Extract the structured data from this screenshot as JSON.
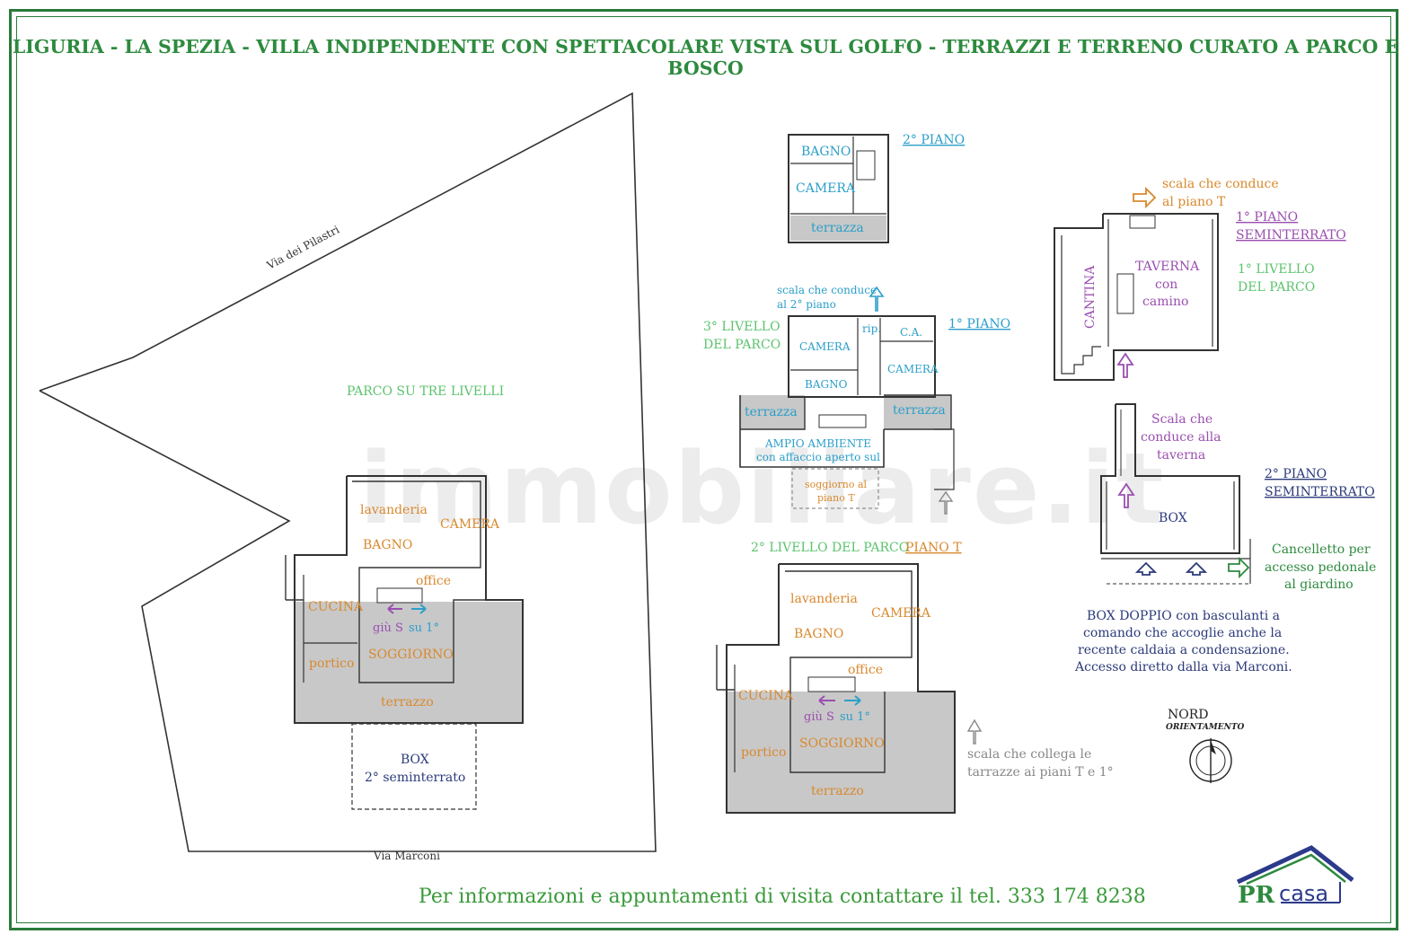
{
  "title": "LIGURIA - LA SPEZIA - VILLA INDIPENDENTE CON SPETTACOLARE VISTA SUL GOLFO - TERRAZZI E TERRENO CURATO A PARCO E BOSCO",
  "watermark": "immobiliare.it",
  "site": {
    "street_top": "Via dei Pilastri",
    "street_bottom": "Via Marconi",
    "park": "PARCO SU TRE LIVELLI",
    "box_line1": "BOX",
    "box_line2": "2° seminterrato"
  },
  "rooms": {
    "lavanderia": "lavanderia",
    "camera": "CAMERA",
    "bagno": "BAGNO",
    "office": "office",
    "cucina": "CUCINA",
    "giu": "giù S",
    "su": "su 1°",
    "soggiorno": "SOGGIORNO",
    "portico": "portico",
    "terrazzo": "terrazzo"
  },
  "secondo_piano": {
    "label": "2° PIANO",
    "bagno": "BAGNO",
    "camera": "CAMERA",
    "terrazza": "terrazza"
  },
  "primo_piano": {
    "label": "1° PIANO",
    "note_line1": "scala che conduce",
    "note_line2": "al 2° piano",
    "livello_line1": "3° LIVELLO",
    "livello_line2": "DEL PARCO",
    "camera1": "CAMERA",
    "rip": "rip.",
    "ca": "C.A.",
    "camera2": "CAMERA",
    "bagno": "BAGNO",
    "terrazza1": "terrazza",
    "terrazza2": "terrazza",
    "ampio_line1": "AMPIO AMBIENTE",
    "ampio_line2": "con affaccio aperto sul",
    "sogg_line1": "soggiorno al",
    "sogg_line2": "piano T"
  },
  "piano_t": {
    "livello": "2° LIVELLO DEL PARCO",
    "label": "PIANO T",
    "scala_line1": "scala che collega le",
    "scala_line2": "tarrazze ai piani T e 1°"
  },
  "seminterrato1": {
    "scala_line1": "scala che conduce",
    "scala_line2": "al piano T",
    "label_line1": "1° PIANO",
    "label_line2": "SEMINTERRATO",
    "livello_line1": "1° LIVELLO",
    "livello_line2": "DEL PARCO",
    "cantina": "CANTINA",
    "taverna_line1": "TAVERNA",
    "taverna_line2": "con",
    "taverna_line3": "camino"
  },
  "seminterrato2": {
    "scala_line1": "Scala che",
    "scala_line2": "conduce alla",
    "scala_line3": "taverna",
    "label_line1": "2° PIANO",
    "label_line2": "SEMINTERRATO",
    "box": "BOX",
    "cancelletto_line1": "Cancelletto per",
    "cancelletto_line2": "accesso pedonale",
    "cancelletto_line3": "al giardino",
    "desc_line1": "BOX DOPPIO con basculanti a",
    "desc_line2": "comando che accoglie anche la",
    "desc_line3": "recente caldaia a condensazione.",
    "desc_line4": "Accesso diretto dalla via Marconi."
  },
  "compass": {
    "nord": "NORD",
    "orientamento": "ORIENTAMENTO"
  },
  "footer": "Per informazioni e appuntamenti di visita contattare il tel. 333 174 8238",
  "logo": {
    "pr": "PR",
    "casa": "casa"
  },
  "colors": {
    "green": "#2d8a3e",
    "light_green": "#5cc36e",
    "orange": "#d8892e",
    "blue": "#2b9fc9",
    "purple": "#9a4fb0",
    "navy": "#2b3a7a",
    "grey_fill": "#c8c8c8"
  }
}
